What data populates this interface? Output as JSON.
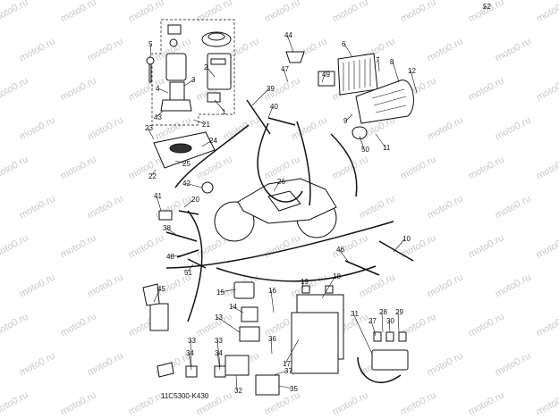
{
  "diagram": {
    "code": "11C5300-K430",
    "watermark_text": "moto0.ru",
    "callouts": [
      "1",
      "2",
      "3",
      "4",
      "5",
      "6",
      "7",
      "8",
      "9",
      "10",
      "11",
      "12",
      "13",
      "14",
      "15",
      "16",
      "17",
      "18",
      "19",
      "20",
      "21",
      "22",
      "23",
      "24",
      "25",
      "26",
      "27",
      "28",
      "29",
      "30",
      "31",
      "32",
      "33",
      "33",
      "34",
      "34",
      "35",
      "36",
      "37",
      "38",
      "39",
      "40",
      "41",
      "42",
      "43",
      "44",
      "45",
      "46",
      "47",
      "48",
      "49",
      "50",
      "51",
      "52"
    ]
  }
}
